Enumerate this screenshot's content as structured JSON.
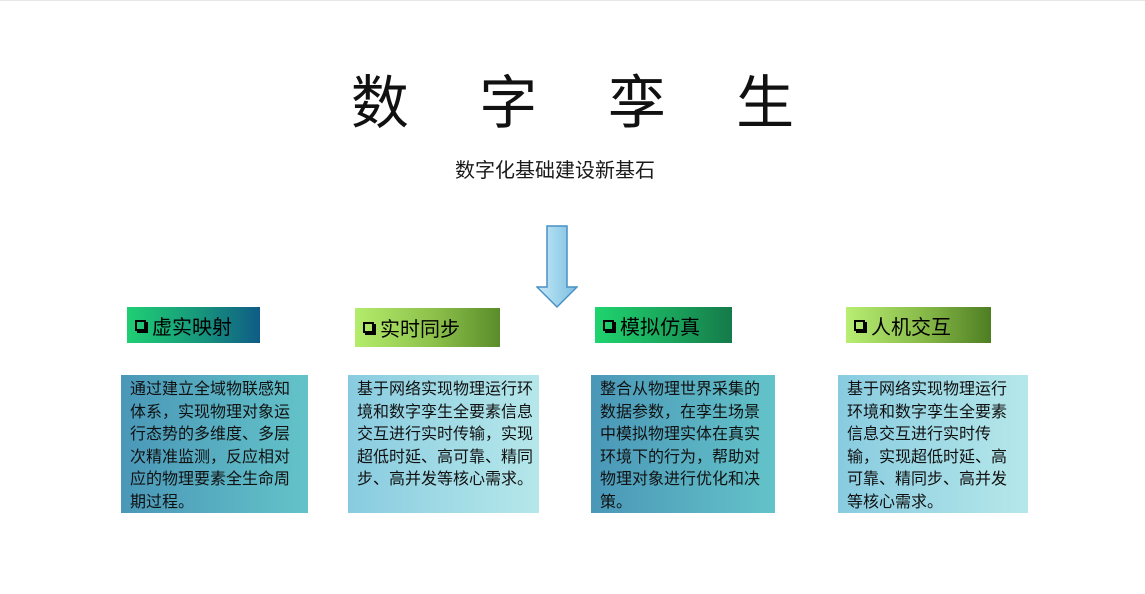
{
  "title": "数 字 孪 生",
  "subtitle": "数字化基础建设新基石",
  "colors": {
    "arrow_fill": "#9fd4ec",
    "arrow_stroke": "#4a90c4",
    "label1_gradient": [
      "#1fcf74",
      "#0f5c86"
    ],
    "label2_gradient": [
      "#b4ec6c",
      "#5a8d2a"
    ],
    "label3_gradient": [
      "#1fd46e",
      "#157a4a"
    ],
    "label4_gradient": [
      "#b8ee72",
      "#4e7e22"
    ],
    "card_dark_gradient": [
      "#4a97b8",
      "#63c3c9"
    ],
    "card_light_gradient": [
      "#88cbe0",
      "#b5e7ea"
    ]
  },
  "icons": {
    "arrow": "down-arrow-icon",
    "bullet": "checkbox-bullet-icon"
  },
  "items": [
    {
      "label": "虚实映射",
      "text": "通过建立全域物联感知体系，实现物理对象运行态势的多维度、多层次精准监测，反应相对应的物理要素全生命周期过程。"
    },
    {
      "label": "实时同步",
      "text": "基于网络实现物理运行环境和数字孪生全要素信息交互进行实时传输，实现超低时延、高可靠、精同步、高并发等核心需求。"
    },
    {
      "label": "模拟仿真",
      "text": "整合从物理世界采集的数据参数，在孪生场景中模拟物理实体在真实环境下的行为，帮助对物理对象进行优化和决策。"
    },
    {
      "label": "人机交互",
      "text": "基于网络实现物理运行环境和数字孪生全要素信息交互进行实时传输，实现超低时延、高可靠、精同步、高并发等核心需求。"
    }
  ]
}
